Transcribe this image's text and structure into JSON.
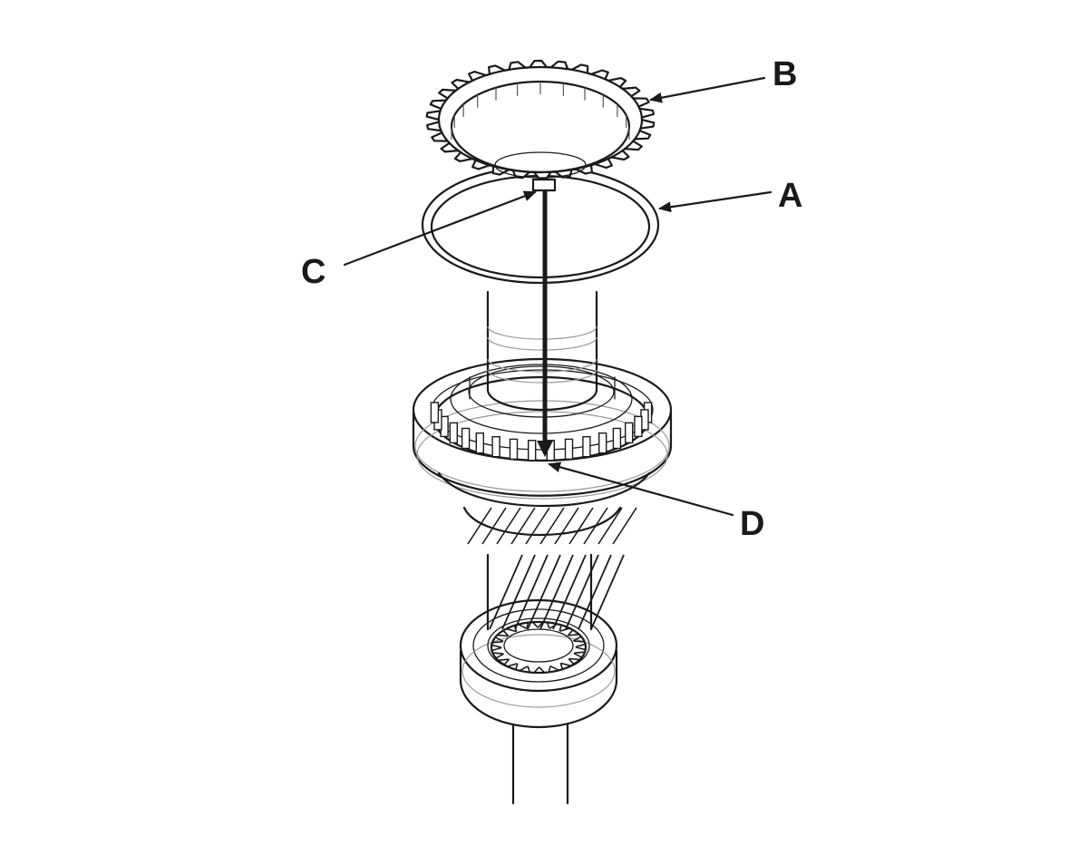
{
  "callouts": {
    "a": "A",
    "b": "B",
    "c": "C",
    "d": "D"
  },
  "colors": {
    "line": "#1a1a1a",
    "shade": "#9a9a9a",
    "background": "#ffffff"
  }
}
